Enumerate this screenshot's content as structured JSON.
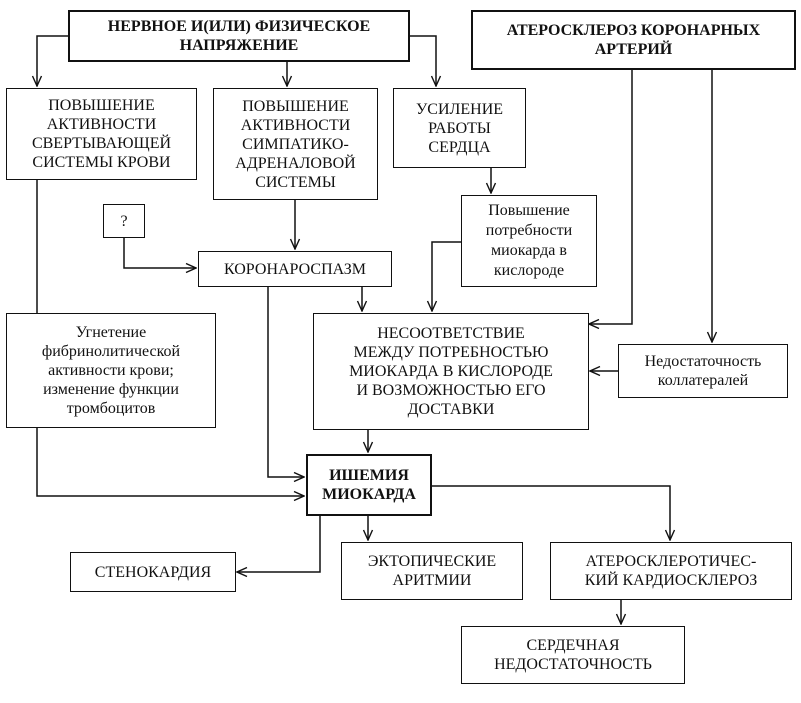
{
  "nodes": {
    "nervous_physical_stress": "НЕРВНОЕ И(ИЛИ) ФИЗИЧЕСКОЕ\nНАПРЯЖЕНИЕ",
    "coronary_atherosclerosis": "АТЕРОСКЛЕРОЗ КОРОНАРНЫХ\nАРТЕРИЙ",
    "coagulation_activity": "ПОВЫШЕНИЕ\nАКТИВНОСТИ\nСВЕРТЫВАЮЩЕЙ\nСИСТЕМЫ КРОВИ",
    "sympathoadrenal_activity": "ПОВЫШЕНИЕ\nАКТИВНОСТИ\nСИМПАТИКО-\nАДРЕНАЛОВОЙ\nСИСТЕМЫ",
    "heart_work_increase": "УСИЛЕНИЕ\nРАБОТЫ\nСЕРДЦА",
    "oxygen_demand_increase": "Повышение\nпотребности\nмиокарда в\nкислороде",
    "unknown_factor": "?",
    "coronary_spasm": "КОРОНАРОСПАЗМ",
    "fibrinolysis_inhibition": "Угнетение\nфибринолитической\nактивности крови;\nизменение функции\nтромбоцитов",
    "supply_demand_mismatch": "НЕСООТВЕТСТВИЕ\nМЕЖДУ ПОТРЕБНОСТЬЮ\nМИОКАРДА В КИСЛОРОДЕ\nИ ВОЗМОЖНОСТЬЮ ЕГО\nДОСТАВКИ",
    "collateral_insufficiency": "Недостаточность\nколлатералей",
    "myocardial_ischemia": "ИШЕМИЯ\nМИОКАРДА",
    "angina": "СТЕНОКАРДИЯ",
    "ectopic_arrhythmias": "ЭКТОПИЧЕСКИЕ\nАРИТМИИ",
    "atherosclerotic_cardiosclerosis": "АТЕРОСКЛЕРОТИЧЕС-\nКИЙ КАРДИОСКЛЕРОЗ",
    "heart_failure": "СЕРДЕЧНАЯ\nНЕДОСТАТОЧНОСТЬ"
  },
  "colors": {
    "line": "#111111",
    "background": "#ffffff"
  }
}
